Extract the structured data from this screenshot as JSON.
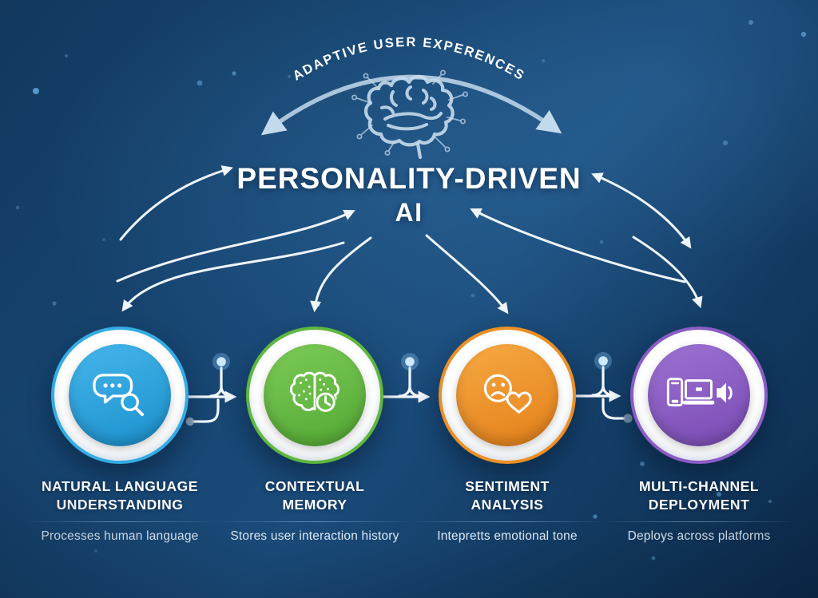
{
  "header": {
    "arc_label": "ADAPTIVE USER EXPERENCES",
    "title_line1": "PERSONALITY-DRIVEN",
    "title_line2": "AI"
  },
  "nodes": [
    {
      "label_line1": "NATURAL LANGUAGE",
      "label_line2": "UNDERSTANDING",
      "description": "Processes human language",
      "icon": "chat-search-icon",
      "color": "#2BA5DF",
      "color_light": "#46B6EC",
      "color_dark": "#1B90CC",
      "ring_border": "#34ACE3"
    },
    {
      "label_line1": "CONTEXTUAL",
      "label_line2": "MEMORY",
      "description": "Stores user interaction history",
      "icon": "brain-clock-icon",
      "color": "#68BD46",
      "color_light": "#7CCA58",
      "color_dark": "#54A934",
      "ring_border": "#5FB73E"
    },
    {
      "label_line1": "SENTIMENT",
      "label_line2": "ANALYSIS",
      "description": "Intepretts emotional tone",
      "icon": "sad-face-heart-icon",
      "color": "#F0932C",
      "color_light": "#F7A943",
      "color_dark": "#E3801A",
      "ring_border": "#EC8F24"
    },
    {
      "label_line1": "MULTI-CHANNEL",
      "label_line2": "DEPLOYMENT",
      "description": "Deploys across platforms",
      "icon": "devices-speaker-icon",
      "color": "#8B5EC5",
      "color_light": "#9D72D3",
      "color_dark": "#7A4BB4",
      "ring_border": "#8A5CC4"
    }
  ],
  "colors": {
    "background_dark": "#0D2C4E",
    "background_light": "#1A4B7A",
    "arrow": "#EFF5FB",
    "arc": "#C3D9EC",
    "title_text": "#FFFFFF",
    "description_text": "#DDE9F4",
    "divider": "#7FA8CC",
    "glow_dot": "#CDE9FD"
  }
}
